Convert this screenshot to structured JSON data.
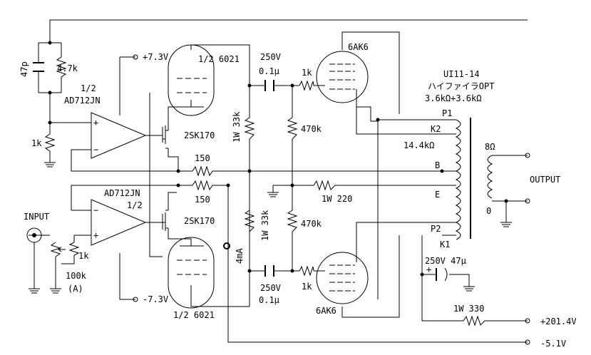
{
  "labels": {
    "v_pos_73": "+7.3V",
    "v_neg_73": "-7.3V",
    "tube_6021_top": "1/2 6021",
    "tube_6021_bottom": "1/2 6021",
    "cap_top_voltage": "250V",
    "cap_top_value": "0.1μ",
    "cap_bottom_voltage": "250V",
    "cap_bottom_value": "0.1μ",
    "tube_6ak6_top": "6AK6",
    "tube_6ak6_bottom": "6AK6",
    "res_grid_top": "1k",
    "res_grid_bottom": "1k",
    "transformer_model": "UI11-14",
    "transformer_type": "ハイファイラOPT",
    "transformer_impedance": "3.6kΩ+3.6kΩ",
    "tap_p1": "P1",
    "tap_k2": "K2",
    "tap_b": "B",
    "tap_e": "E",
    "tap_p2": "P2",
    "tap_k1": "K1",
    "primary_impedance": "14.4kΩ",
    "secondary_impedance": "8Ω",
    "secondary_zero": "0",
    "output": "OUTPUT",
    "cap_47p": "47p",
    "res_47k": "4.7k",
    "opamp_top_half": "1/2",
    "opamp_top_name": "AD712JN",
    "opamp_bottom_name": "AD712JN",
    "opamp_bottom_half": "1/2",
    "res_1k_left": "1k",
    "fet_top": "2SK170",
    "fet_bottom": "2SK170",
    "res_150_top": "150",
    "res_150_bottom": "150",
    "res_33k_top": "1W 33k",
    "res_33k_bottom": "1W 33k",
    "res_470k_top": "470k",
    "res_470k_bottom": "470k",
    "res_220": "1W 220",
    "input": "INPUT",
    "res_1k_input": "1k",
    "pot_value": "100k",
    "pot_taper": "(A)",
    "current_4ma": "4mA",
    "cap_electrolytic": "250V 47μ",
    "res_330": "1W 330",
    "v_pos_2014": "+201.4V",
    "v_neg_51": "-5.1V",
    "opamp_plus": "+",
    "opamp_minus": "−",
    "cap_plus": "+"
  }
}
